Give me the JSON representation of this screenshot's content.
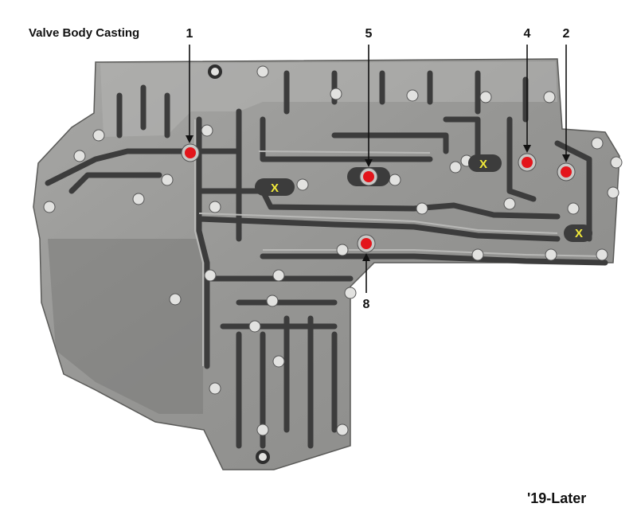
{
  "title": "Valve Body Casting",
  "footer": "'19-Later",
  "colors": {
    "casting": "#9a9a98",
    "channel": "#3c3c3c",
    "ring": "#c8c8c6",
    "dot": "#e3151b",
    "x_mark": "#f2ea3a"
  },
  "callouts": [
    {
      "id": "1",
      "label": "1"
    },
    {
      "id": "5",
      "label": "5"
    },
    {
      "id": "4",
      "label": "4"
    },
    {
      "id": "2",
      "label": "2"
    },
    {
      "id": "8",
      "label": "8"
    }
  ],
  "x_markers": [
    {
      "label": "X"
    },
    {
      "label": "X"
    },
    {
      "label": "X"
    }
  ]
}
